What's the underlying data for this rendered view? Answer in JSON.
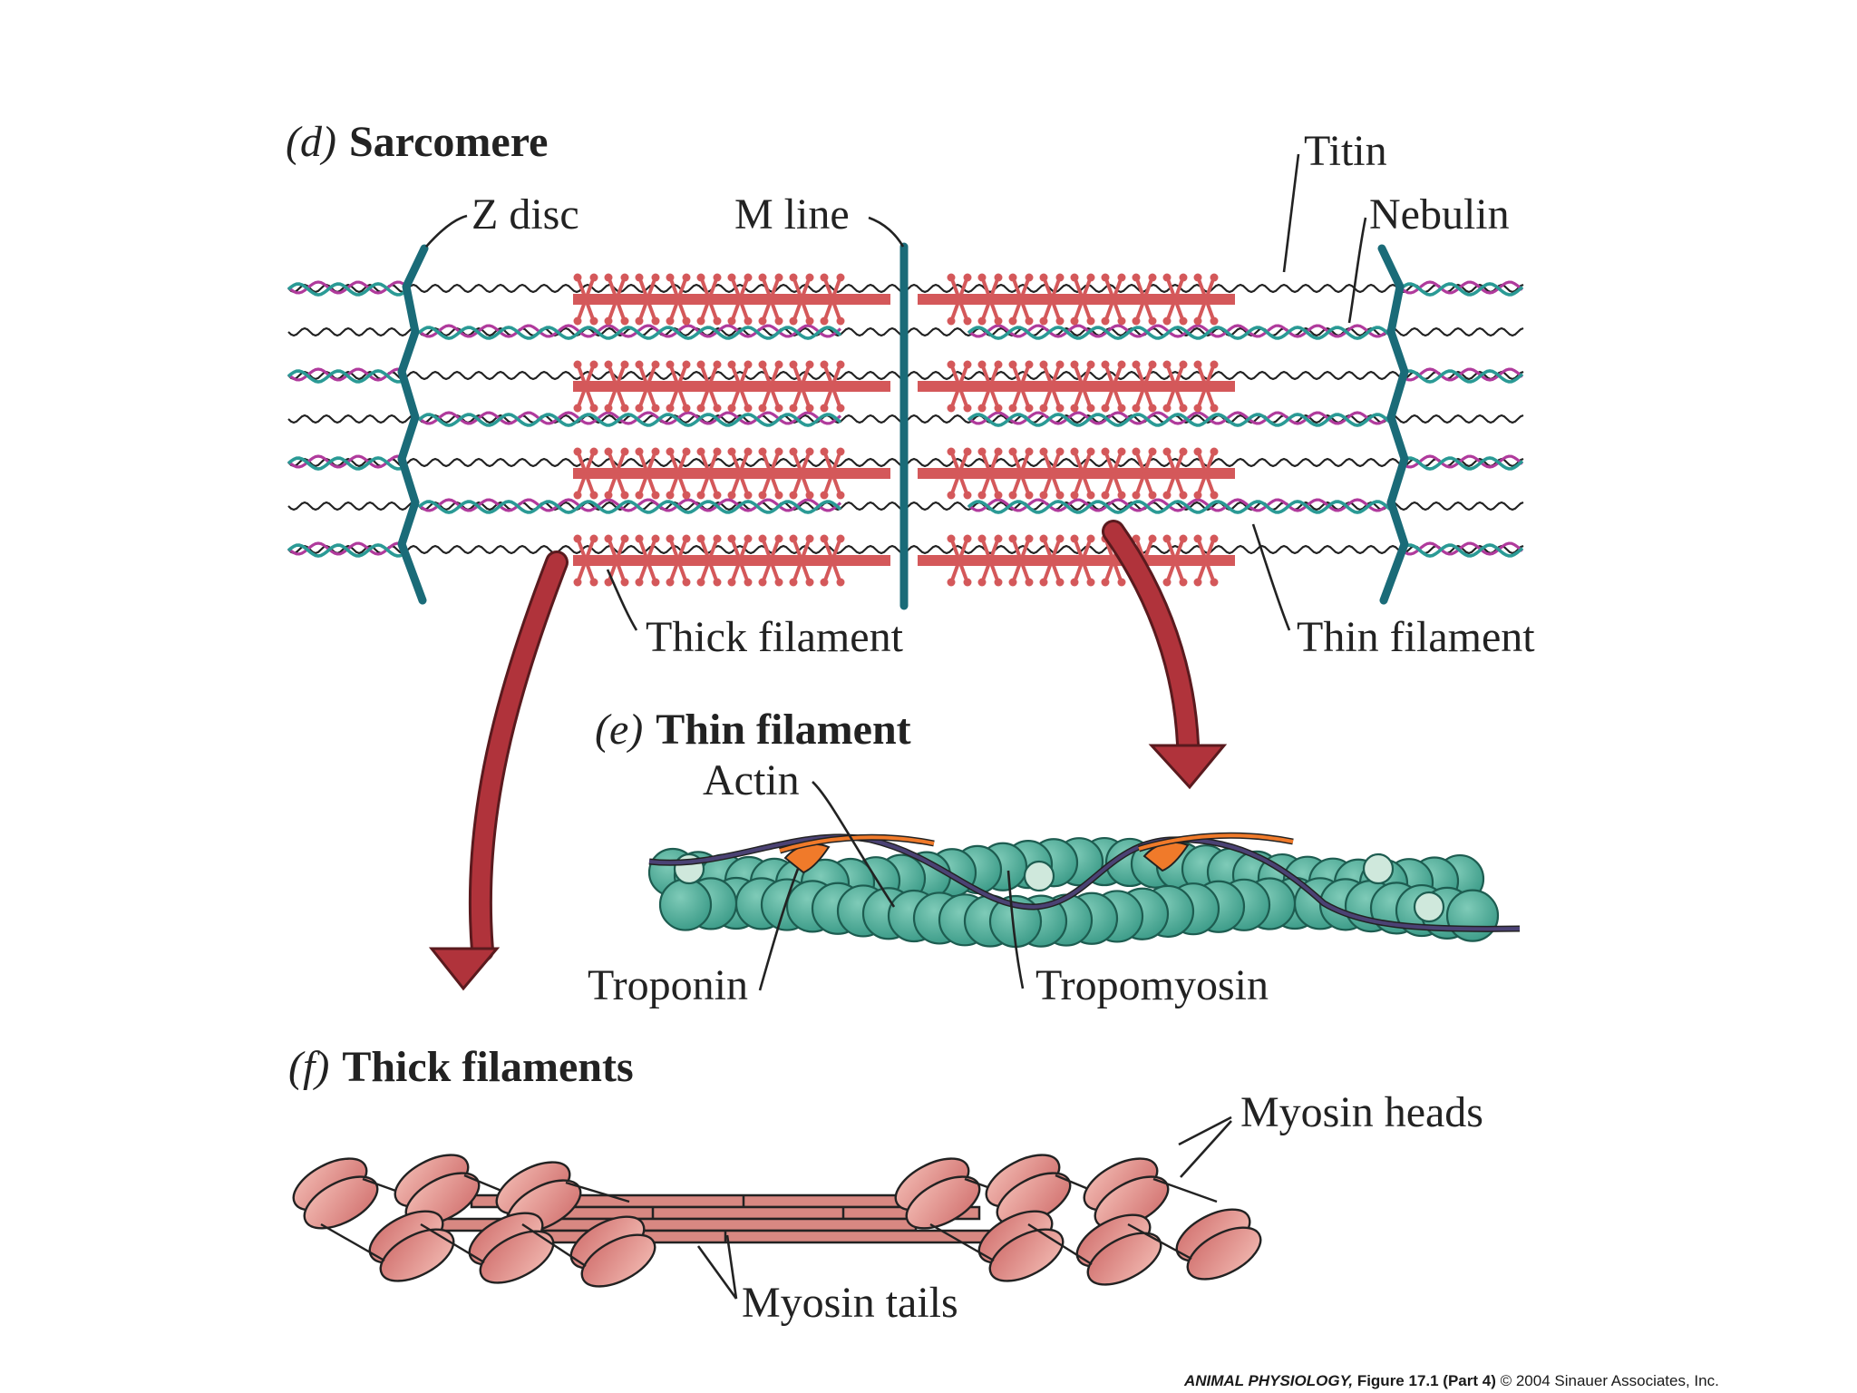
{
  "panels": {
    "d": {
      "letter": "(d)",
      "title": "Sarcomere"
    },
    "e": {
      "letter": "(e)",
      "title": "Thin filament"
    },
    "f": {
      "letter": "(f)",
      "title": "Thick filaments"
    }
  },
  "labels": {
    "z_disc": "Z disc",
    "m_line": "M line",
    "titin": "Titin",
    "nebulin": "Nebulin",
    "thick_filament": "Thick filament",
    "thin_filament": "Thin filament",
    "actin": "Actin",
    "troponin": "Troponin",
    "tropomyosin": "Tropomyosin",
    "myosin_heads": "Myosin heads",
    "myosin_tails": "Myosin tails"
  },
  "credit": {
    "book": "ANIMAL PHYSIOLOGY,",
    "figure": " Figure 17.1 (Part 4)",
    "copyright": "  © 2004 Sinauer Associates, Inc."
  },
  "colors": {
    "z_disc": "#1a6b78",
    "thick_filament": "#d4585a",
    "actin_strand": "#2a9a95",
    "nebulin_strand": "#b03a9c",
    "titin": "#222222",
    "actin_bead": "#4fb19c",
    "troponin": "#f07a2a",
    "tropomyosin": "#4b4274",
    "myosin": "#d88882",
    "arrow": "#b0333b"
  }
}
